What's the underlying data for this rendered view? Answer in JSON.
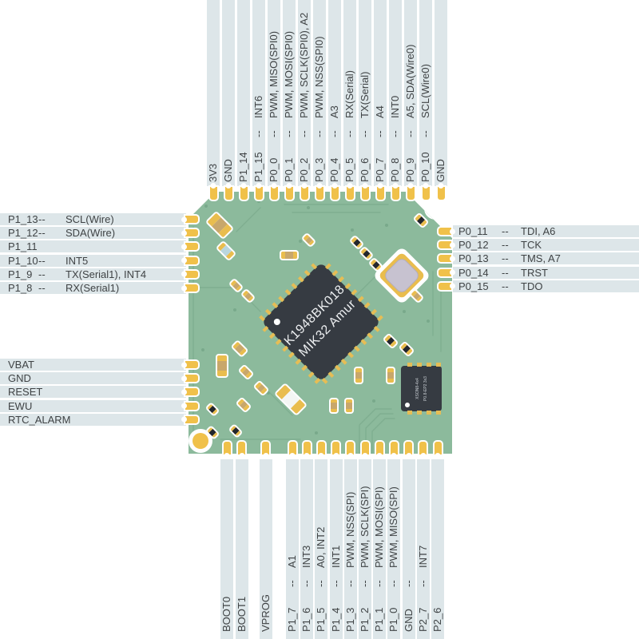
{
  "colors": {
    "band": "#dde6e9",
    "pcb": "#8cba9c",
    "trace": "#7fae90",
    "pad_gold": "#f0c14a",
    "chip_body": "#363b42",
    "label_text": "#3f4345",
    "crystal_body": "#c7c2d0"
  },
  "board": {
    "mcu": {
      "line1": "K1948BK018",
      "line2": "MIK32 Amur"
    },
    "flash": {
      "line1": "XSON8-4x4",
      "line2": "P0.8-EP2 3x3"
    }
  },
  "pins": {
    "top": [
      {
        "name": "3V3",
        "dash": "",
        "func": ""
      },
      {
        "name": "GND",
        "dash": "",
        "func": ""
      },
      {
        "name": "P1_14",
        "dash": "",
        "func": ""
      },
      {
        "name": "P1_15",
        "dash": "--",
        "func": "INT6"
      },
      {
        "name": "P0_0",
        "dash": "--",
        "func": "PWM, MISO(SPI0)"
      },
      {
        "name": "P0_1",
        "dash": "--",
        "func": "PWM, MOSI(SPI0)"
      },
      {
        "name": "P0_2",
        "dash": "--",
        "func": "PWM, SCLK(SPI0), A2"
      },
      {
        "name": "P0_3",
        "dash": "--",
        "func": "PWM, NSS(SPI0)"
      },
      {
        "name": "P0_4",
        "dash": "--",
        "func": "A3"
      },
      {
        "name": "P0_5",
        "dash": "--",
        "func": "RX(Serial)"
      },
      {
        "name": "P0_6",
        "dash": "--",
        "func": "TX(Serial)"
      },
      {
        "name": "P0_7",
        "dash": "--",
        "func": "A4"
      },
      {
        "name": "P0_8",
        "dash": "--",
        "func": "INT0"
      },
      {
        "name": "P0_9",
        "dash": "--",
        "func": "A5, SDA(Wire0)"
      },
      {
        "name": "P0_10",
        "dash": "--",
        "func": "SCL(Wire0)"
      },
      {
        "name": "GND",
        "dash": "",
        "func": ""
      }
    ],
    "left_upper": [
      {
        "name": "P1_13",
        "dash": "--",
        "func": "SCL(Wire)"
      },
      {
        "name": "P1_12",
        "dash": "--",
        "func": "SDA(Wire)"
      },
      {
        "name": "P1_11",
        "dash": "",
        "func": ""
      },
      {
        "name": "P1_10",
        "dash": "--",
        "func": "INT5"
      },
      {
        "name": "P1_9",
        "dash": "--",
        "func": "TX(Serial1), INT4"
      },
      {
        "name": "P1_8",
        "dash": "--",
        "func": "RX(Serial1)"
      }
    ],
    "left_lower": [
      {
        "name": "VBAT",
        "dash": "",
        "func": ""
      },
      {
        "name": "GND",
        "dash": "",
        "func": ""
      },
      {
        "name": "RESET",
        "dash": "",
        "func": ""
      },
      {
        "name": "EWU",
        "dash": "",
        "func": ""
      },
      {
        "name": "RTC_ALARM",
        "dash": "",
        "func": ""
      }
    ],
    "right": [
      {
        "name": "P0_11",
        "dash": "--",
        "func": "TDI, A6"
      },
      {
        "name": "P0_12",
        "dash": "--",
        "func": "TCK"
      },
      {
        "name": "P0_13",
        "dash": "--",
        "func": "TMS, A7"
      },
      {
        "name": "P0_14",
        "dash": "--",
        "func": "TRST"
      },
      {
        "name": "P0_15",
        "dash": "--",
        "func": "TDO"
      }
    ],
    "bottom": [
      {
        "name": "BOOT0",
        "dash": "",
        "func": ""
      },
      {
        "name": "BOOT1",
        "dash": "",
        "func": ""
      },
      {
        "name": "VPROG",
        "dash": "",
        "func": ""
      },
      {
        "name": "P1_7",
        "dash": "--",
        "func": "A1"
      },
      {
        "name": "P1_6",
        "dash": "--",
        "func": "INT3"
      },
      {
        "name": "P1_5",
        "dash": "--",
        "func": "A0, INT2"
      },
      {
        "name": "P1_4",
        "dash": "--",
        "func": "INT1"
      },
      {
        "name": "P1_3",
        "dash": "--",
        "func": "PWM, NSS(SPI)"
      },
      {
        "name": "P1_2",
        "dash": "--",
        "func": "PWM, SCLK(SPI)"
      },
      {
        "name": "P1_1",
        "dash": "--",
        "func": "PWM, MOSI(SPI)"
      },
      {
        "name": "P1_0",
        "dash": "--",
        "func": "PWM, MISO(SPI)"
      },
      {
        "name": "GND",
        "dash": "--",
        "func": ""
      },
      {
        "name": "P2_7",
        "dash": "--",
        "func": "INT7"
      },
      {
        "name": "P2_6",
        "dash": "",
        "func": ""
      }
    ]
  }
}
